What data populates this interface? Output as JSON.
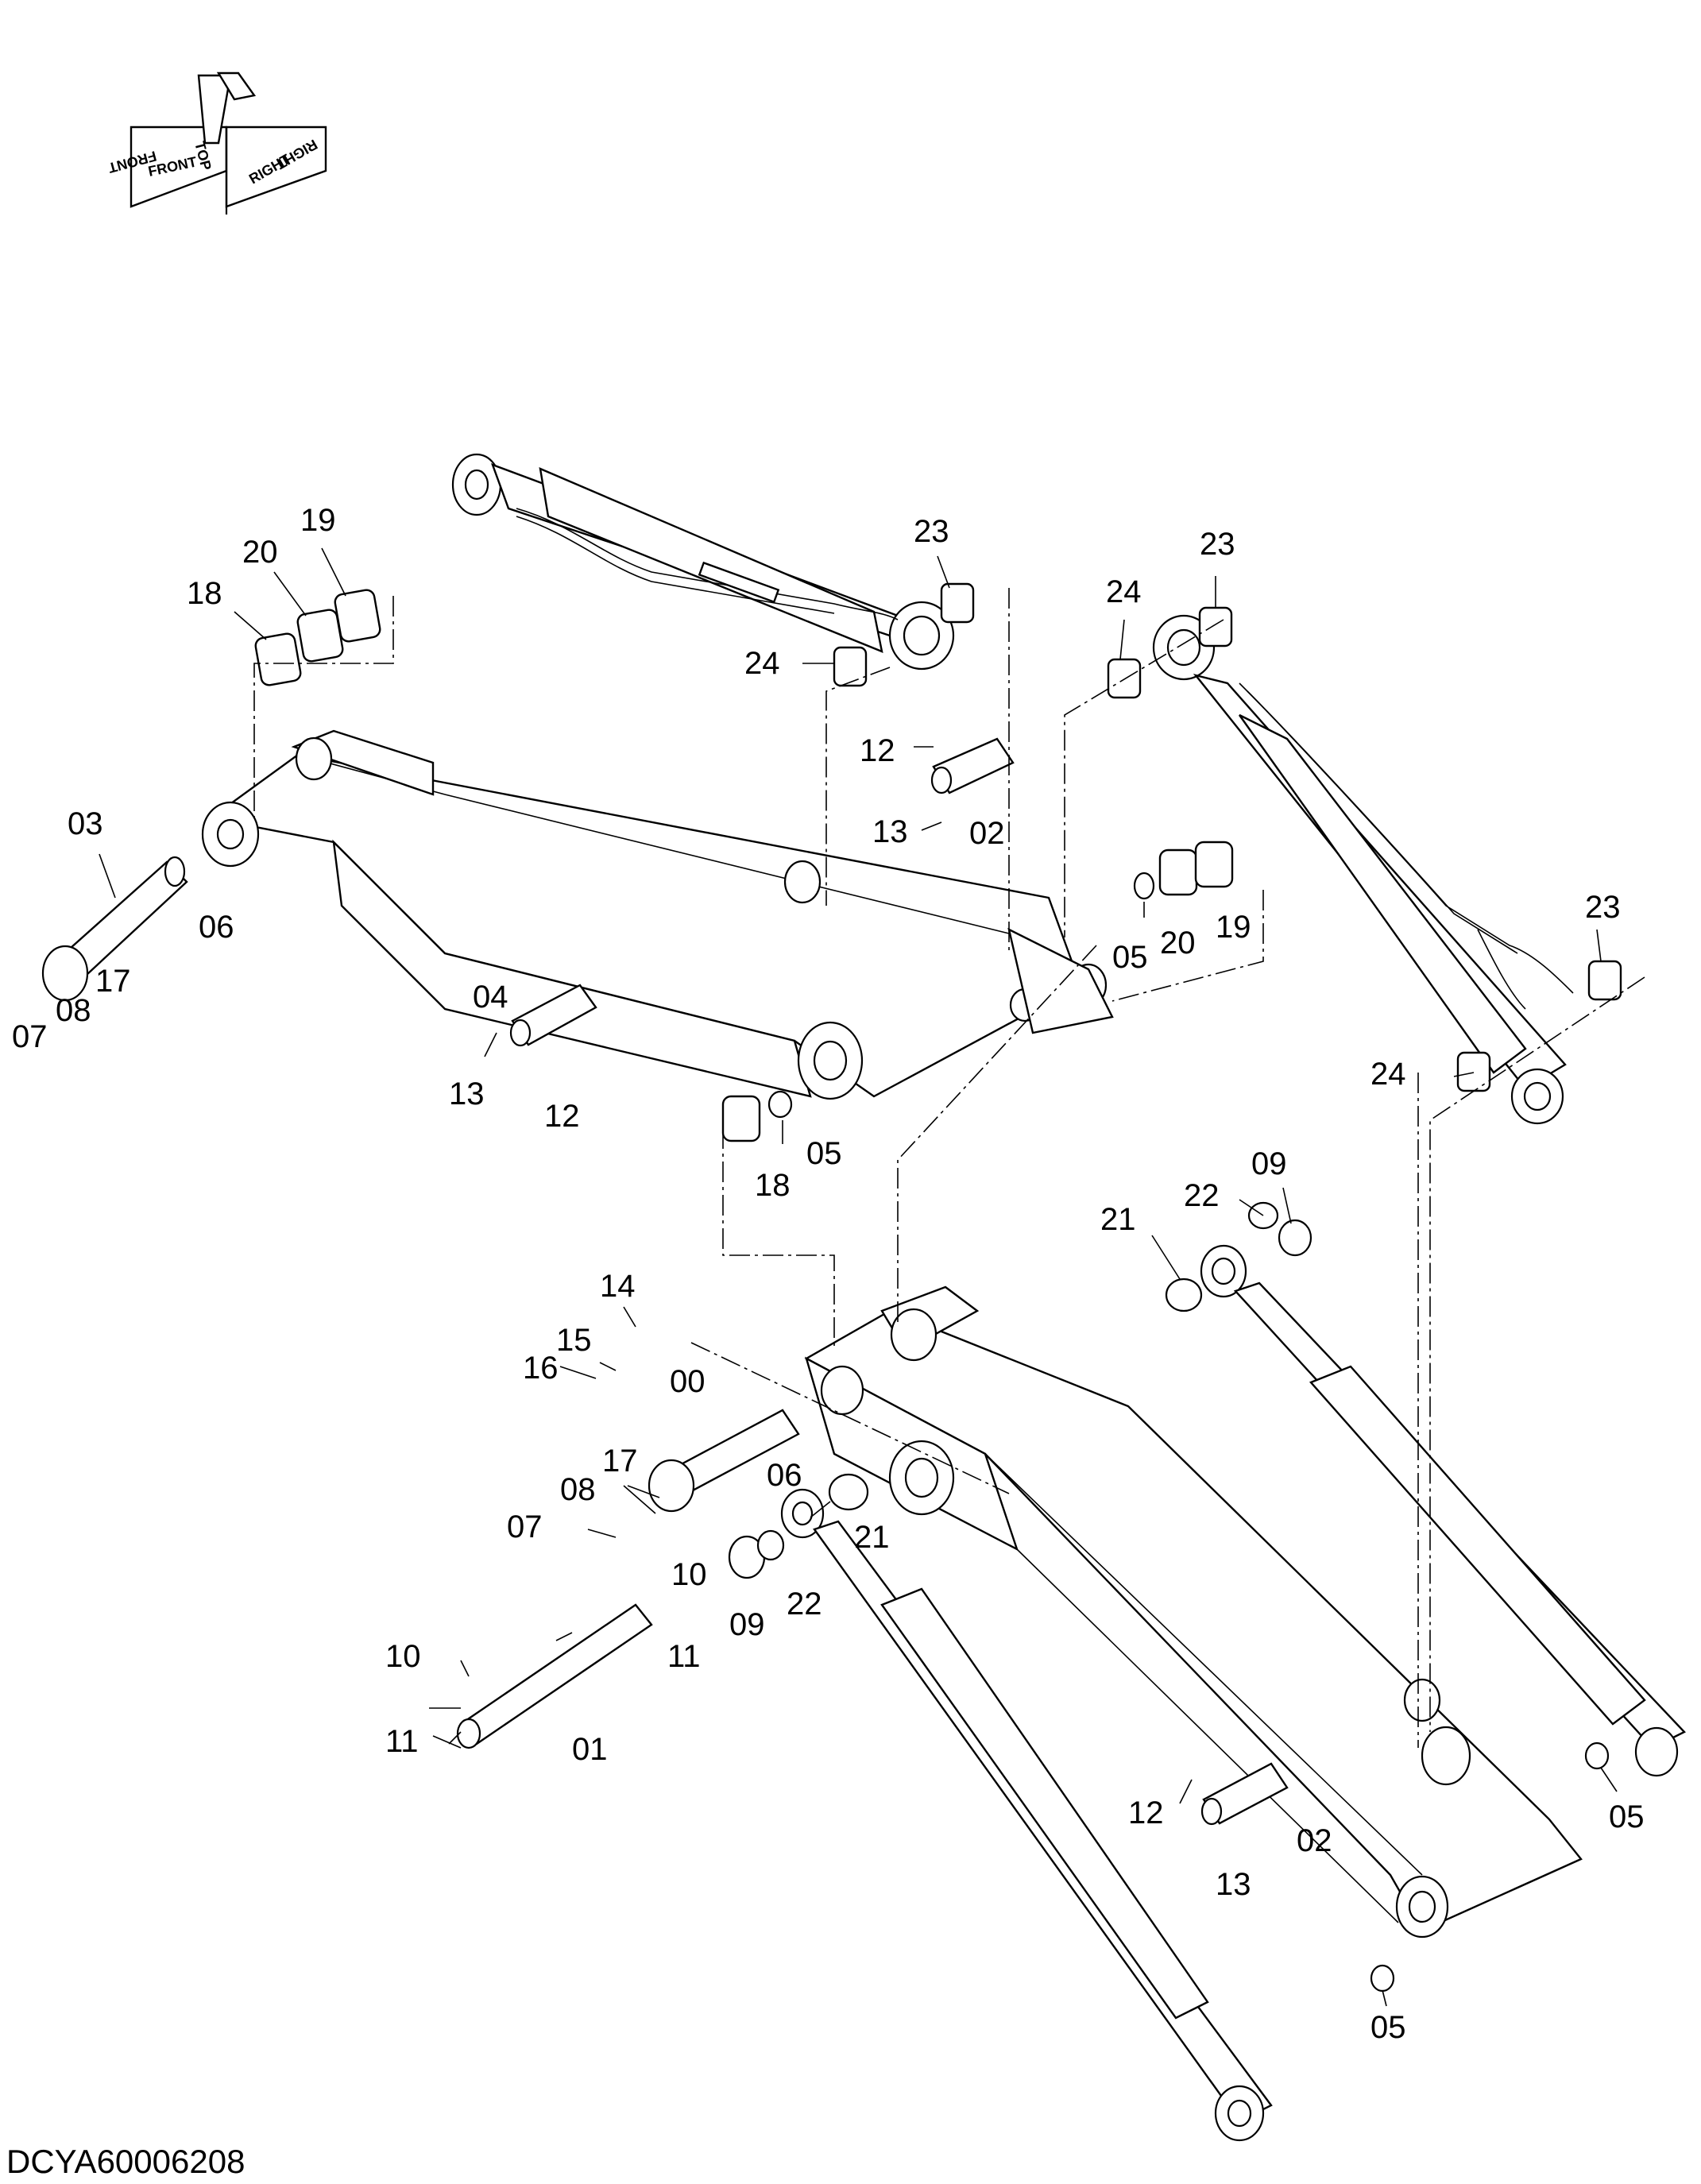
{
  "diagram_code": "DCYA60006208",
  "orientation": {
    "front": "FRONT",
    "top": "TOP",
    "right": "RIGHT"
  },
  "callouts": [
    {
      "id": "c1",
      "text": "19"
    },
    {
      "id": "c2",
      "text": "20"
    },
    {
      "id": "c3",
      "text": "18"
    },
    {
      "id": "c4",
      "text": "23"
    },
    {
      "id": "c5",
      "text": "24"
    },
    {
      "id": "c6",
      "text": "12"
    },
    {
      "id": "c7",
      "text": "13"
    },
    {
      "id": "c8",
      "text": "02"
    },
    {
      "id": "c9",
      "text": "24"
    },
    {
      "id": "c10",
      "text": "23"
    },
    {
      "id": "c11",
      "text": "03"
    },
    {
      "id": "c12",
      "text": "06"
    },
    {
      "id": "c13",
      "text": "17"
    },
    {
      "id": "c14",
      "text": "08"
    },
    {
      "id": "c15",
      "text": "07"
    },
    {
      "id": "c16",
      "text": "05"
    },
    {
      "id": "c17",
      "text": "20"
    },
    {
      "id": "c18",
      "text": "19"
    },
    {
      "id": "c19",
      "text": "04"
    },
    {
      "id": "c20",
      "text": "13"
    },
    {
      "id": "c21",
      "text": "12"
    },
    {
      "id": "c22",
      "text": "23"
    },
    {
      "id": "c23",
      "text": "24"
    },
    {
      "id": "c24",
      "text": "05"
    },
    {
      "id": "c25",
      "text": "18"
    },
    {
      "id": "c26",
      "text": "09"
    },
    {
      "id": "c27",
      "text": "22"
    },
    {
      "id": "c28",
      "text": "21"
    },
    {
      "id": "c29",
      "text": "14"
    },
    {
      "id": "c30",
      "text": "15"
    },
    {
      "id": "c31",
      "text": "16"
    },
    {
      "id": "c32",
      "text": "00"
    },
    {
      "id": "c33",
      "text": "17"
    },
    {
      "id": "c34",
      "text": "06"
    },
    {
      "id": "c35",
      "text": "08"
    },
    {
      "id": "c36",
      "text": "07"
    },
    {
      "id": "c37",
      "text": "21"
    },
    {
      "id": "c38",
      "text": "10"
    },
    {
      "id": "c39",
      "text": "09"
    },
    {
      "id": "c40",
      "text": "22"
    },
    {
      "id": "c41",
      "text": "10"
    },
    {
      "id": "c42",
      "text": "11"
    },
    {
      "id": "c43",
      "text": "11"
    },
    {
      "id": "c44",
      "text": "01"
    },
    {
      "id": "c45",
      "text": "05"
    },
    {
      "id": "c46",
      "text": "12"
    },
    {
      "id": "c47",
      "text": "02"
    },
    {
      "id": "c48",
      "text": "13"
    },
    {
      "id": "c49",
      "text": "05"
    }
  ]
}
